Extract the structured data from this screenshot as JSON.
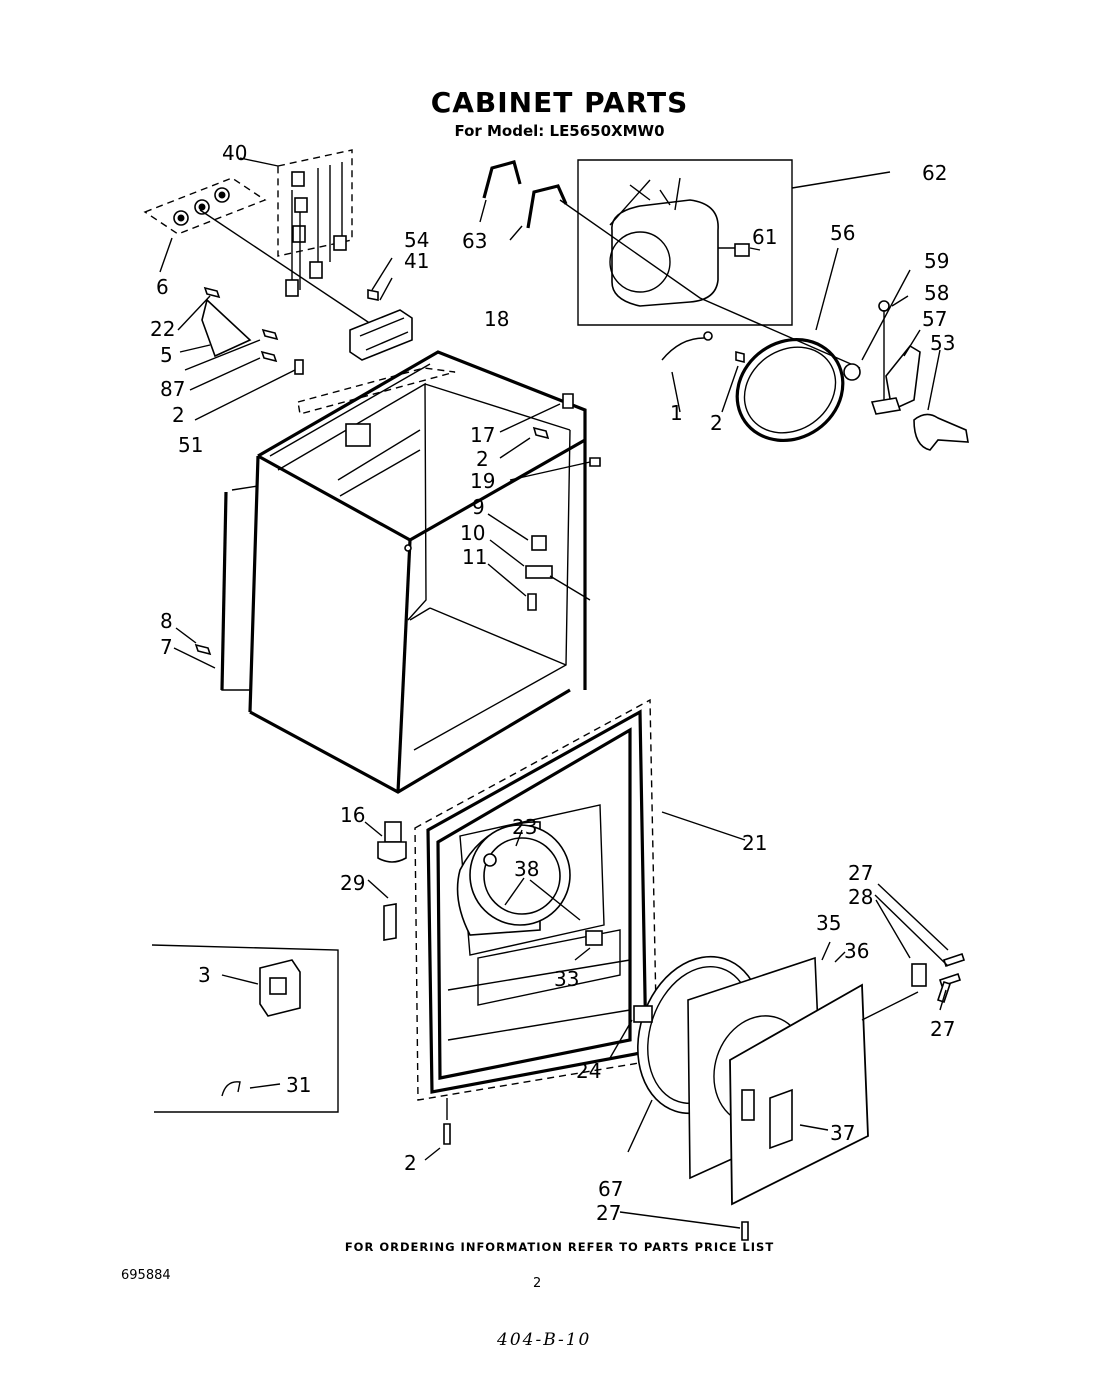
{
  "title": "CABINET PARTS",
  "subtitle": "For Model: LE5650XMW0",
  "footer": "FOR ORDERING INFORMATION REFER TO PARTS PRICE LIST",
  "doc_number": "695884",
  "page_number": "2",
  "handwritten_note": "404-B-10",
  "callouts": [
    {
      "id": "40",
      "label": "40"
    },
    {
      "id": "6",
      "label": "6"
    },
    {
      "id": "54",
      "label": "54"
    },
    {
      "id": "41",
      "label": "41"
    },
    {
      "id": "22",
      "label": "22"
    },
    {
      "id": "5",
      "label": "5"
    },
    {
      "id": "87",
      "label": "87"
    },
    {
      "id": "2a",
      "label": "2"
    },
    {
      "id": "51",
      "label": "51"
    },
    {
      "id": "18",
      "label": "18"
    },
    {
      "id": "63",
      "label": "63"
    },
    {
      "id": "62",
      "label": "62"
    },
    {
      "id": "61",
      "label": "61"
    },
    {
      "id": "56",
      "label": "56"
    },
    {
      "id": "59",
      "label": "59"
    },
    {
      "id": "58",
      "label": "58"
    },
    {
      "id": "57",
      "label": "57"
    },
    {
      "id": "53",
      "label": "53"
    },
    {
      "id": "1",
      "label": "1"
    },
    {
      "id": "2b",
      "label": "2"
    },
    {
      "id": "17",
      "label": "17"
    },
    {
      "id": "2c",
      "label": "2"
    },
    {
      "id": "19",
      "label": "19"
    },
    {
      "id": "9",
      "label": "9"
    },
    {
      "id": "10",
      "label": "10"
    },
    {
      "id": "11",
      "label": "11"
    },
    {
      "id": "8",
      "label": "8"
    },
    {
      "id": "7",
      "label": "7"
    },
    {
      "id": "16",
      "label": "16"
    },
    {
      "id": "21",
      "label": "21"
    },
    {
      "id": "23",
      "label": "23"
    },
    {
      "id": "38",
      "label": "38"
    },
    {
      "id": "29",
      "label": "29"
    },
    {
      "id": "33",
      "label": "33"
    },
    {
      "id": "3",
      "label": "3"
    },
    {
      "id": "31",
      "label": "31"
    },
    {
      "id": "2d",
      "label": "2"
    },
    {
      "id": "24",
      "label": "24"
    },
    {
      "id": "27a",
      "label": "27"
    },
    {
      "id": "28",
      "label": "28"
    },
    {
      "id": "35",
      "label": "35"
    },
    {
      "id": "36",
      "label": "36"
    },
    {
      "id": "27b",
      "label": "27"
    },
    {
      "id": "37",
      "label": "37"
    },
    {
      "id": "67",
      "label": "67"
    },
    {
      "id": "27c",
      "label": "27"
    }
  ]
}
